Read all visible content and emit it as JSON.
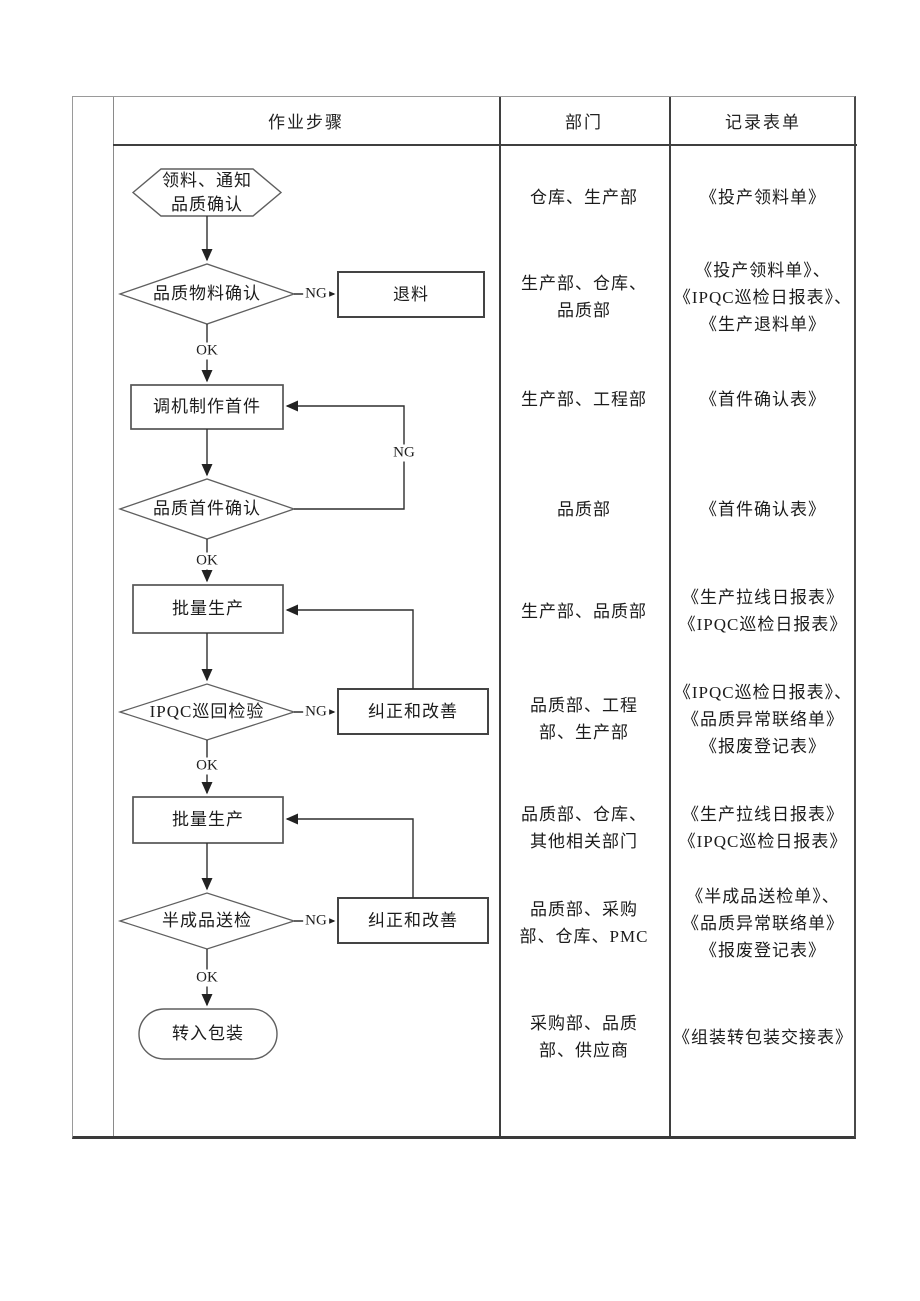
{
  "table": {
    "headers": {
      "steps": "作业步骤",
      "department": "部门",
      "records": "记录表单"
    }
  },
  "flow": {
    "nodes": {
      "start_hex": "领料、通知\n品质确认",
      "material_check": "品质物料确认",
      "return_box": "退料",
      "first_piece_box": "调机制作首件",
      "first_piece_check": "品质首件确认",
      "batch_production_1": "批量生产",
      "ipqc_patrol_check": "IPQC巡回检验",
      "correct_improve_1": "纠正和改善",
      "batch_production_2": "批量生产",
      "semi_product_check": "半成品送检",
      "correct_improve_2": "纠正和改善",
      "end_stadium": "转入包装"
    },
    "labels": {
      "ng": "NG",
      "ok": "OK"
    }
  },
  "rows": [
    {
      "department": "仓库、生产部",
      "records": "《投产领料单》"
    },
    {
      "department": "生产部、仓库、\n品质部",
      "records": "《投产领料单》、\n《IPQC巡检日报表》、\n《生产退料单》"
    },
    {
      "department": "生产部、工程部",
      "records": "《首件确认表》"
    },
    {
      "department": "品质部",
      "records": "《首件确认表》"
    },
    {
      "department": "生产部、品质部",
      "records": "《生产拉线日报表》\n《IPQC巡检日报表》"
    },
    {
      "department": "品质部、工程\n部、生产部",
      "records": "《IPQC巡检日报表》、\n《品质异常联络单》\n《报废登记表》"
    },
    {
      "department": "品质部、仓库、\n其他相关部门",
      "records": "《生产拉线日报表》\n《IPQC巡检日报表》"
    },
    {
      "department": "品质部、采购\n部、仓库、PMC",
      "records": "《半成品送检单》、\n《品质异常联络单》\n《报废登记表》"
    },
    {
      "department": "采购部、品质\n部、供应商",
      "records": "《组装转包装交接表》"
    }
  ],
  "colors": {
    "background": "#ffffff",
    "text": "#1c1c1c",
    "grid_dark": "#3f3f3f",
    "grid_light": "#8a8a8a",
    "shape_stroke": "#5f5f5f",
    "connector": "#2e2e2e"
  }
}
